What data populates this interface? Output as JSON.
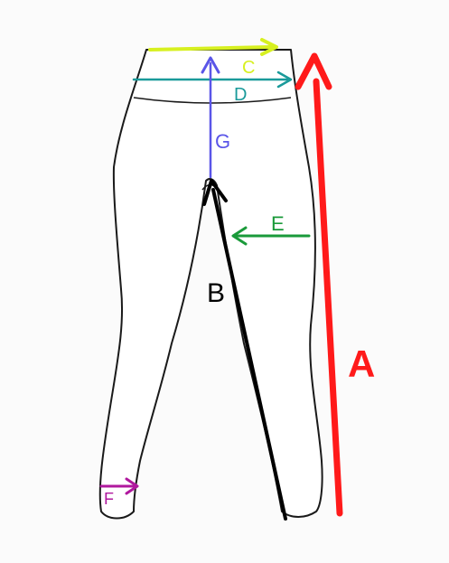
{
  "diagram": {
    "labels": {
      "a": "A",
      "b": "B",
      "c": "C",
      "d": "D",
      "e": "E",
      "f": "F",
      "g": "G"
    },
    "colors": {
      "a": "#ff1a1a",
      "b": "#000000",
      "c": "#d7f020",
      "d": "#1a9a9a",
      "e": "#1a9a3a",
      "f": "#b0189e",
      "g": "#5a55e8",
      "outline": "#1a1a1a",
      "fill": "#ffffff"
    }
  }
}
